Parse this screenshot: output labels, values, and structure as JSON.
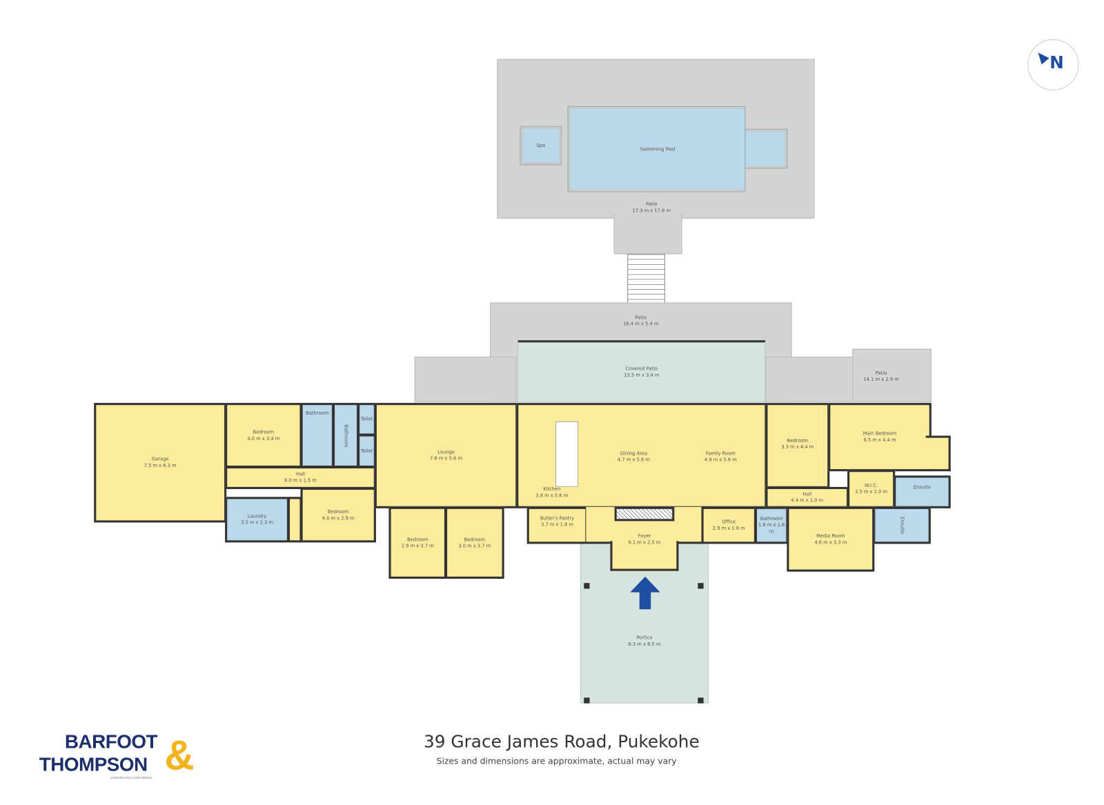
{
  "title": "39 Grace James Road, Pukekohe",
  "subtitle": "Sizes and dimensions are approximate, actual may vary",
  "logo": {
    "line1": "BARFOOT",
    "line2": "THOMPSON",
    "amp": "&",
    "license": "LICENSED REAA 2008 MREINZ"
  },
  "compass": {
    "label": "N"
  },
  "colors": {
    "living": "#fbeb9b",
    "wet": "#bcd9ec",
    "patio": "#d4d4d4",
    "covered": "#d5e4df",
    "pool": "#bad8ea",
    "brand_navy": "#1c2f6b",
    "brand_gold": "#f2b41d",
    "arrow": "#1f4ea1"
  },
  "areas": {
    "patio_pool": {
      "name": "Patio",
      "dim": "17.3 m x 17.8 m"
    },
    "spa": {
      "name": "Spa"
    },
    "pool": {
      "name": "Swimming Pool"
    },
    "patio_mid": {
      "name": "Patio",
      "dim": "16.4 m x 5.4 m"
    },
    "covered_patio": {
      "name": "Covered Patio",
      "dim": "13.5 m x 3.4 m"
    },
    "patio_east": {
      "name": "Patio",
      "dim": "14.1 m x 2.9 m"
    },
    "garage": {
      "name": "Garage",
      "dim": "7.5 m x 6.3 m"
    },
    "bedroom1": {
      "name": "Bedroom",
      "dim": "4.0 m x 3.4 m"
    },
    "bathroom1": {
      "name": "Bathroom"
    },
    "bathroom2": {
      "name": "Bathroom"
    },
    "toilet1": {
      "name": "Toilet"
    },
    "toilet2": {
      "name": "Toilet"
    },
    "hall1": {
      "name": "Hall",
      "dim": "8.0 m x 1.5 m"
    },
    "laundry": {
      "name": "Laundry",
      "dim": "3.5 m x 2.3 m"
    },
    "bedroom2": {
      "name": "Bedroom",
      "dim": "4.0 m x 2.9 m"
    },
    "lounge": {
      "name": "Lounge",
      "dim": "7.6 m x 5.6 m"
    },
    "bedroom3": {
      "name": "Bedroom",
      "dim": "2.9 m x 3.7 m"
    },
    "bedroom4": {
      "name": "Bedroom",
      "dim": "3.0 m x 3.7 m"
    },
    "kitchen": {
      "name": "Kitchen",
      "dim": "3.8 m x 5.6 m"
    },
    "dining": {
      "name": "Dining Area",
      "dim": "4.7 m x 5.6 m"
    },
    "family": {
      "name": "Family Room",
      "dim": "4.9 m x 5.6 m"
    },
    "pantry": {
      "name": "Butler's Pantry",
      "dim": "3.7 m x 1.8 m"
    },
    "foyer": {
      "name": "Foyer",
      "dim": "6.1 m x 2.5 m"
    },
    "office": {
      "name": "Office",
      "dim": "2.9 m x 1.8 m"
    },
    "bathroom3": {
      "name": "Bathroom",
      "dim": "1.6 m x 1.8 m"
    },
    "bedroom5": {
      "name": "Bedroom",
      "dim": "3.3 m x 4.4 m"
    },
    "main_bedroom": {
      "name": "Main Bedroom",
      "dim": "6.5 m x 4.4 m"
    },
    "hall2": {
      "name": "Hall",
      "dim": "4.4 m x 1.0 m"
    },
    "wic": {
      "name": "W.I.C.",
      "dim": "2.5 m x 2.0 m"
    },
    "ensuite1": {
      "name": "Ensuite"
    },
    "ensuite2": {
      "name": "Ensuite"
    },
    "media": {
      "name": "Media Room",
      "dim": "4.6 m x 3.3 m"
    },
    "portico": {
      "name": "Portico",
      "dim": "6.3 m x 8.5 m"
    }
  }
}
